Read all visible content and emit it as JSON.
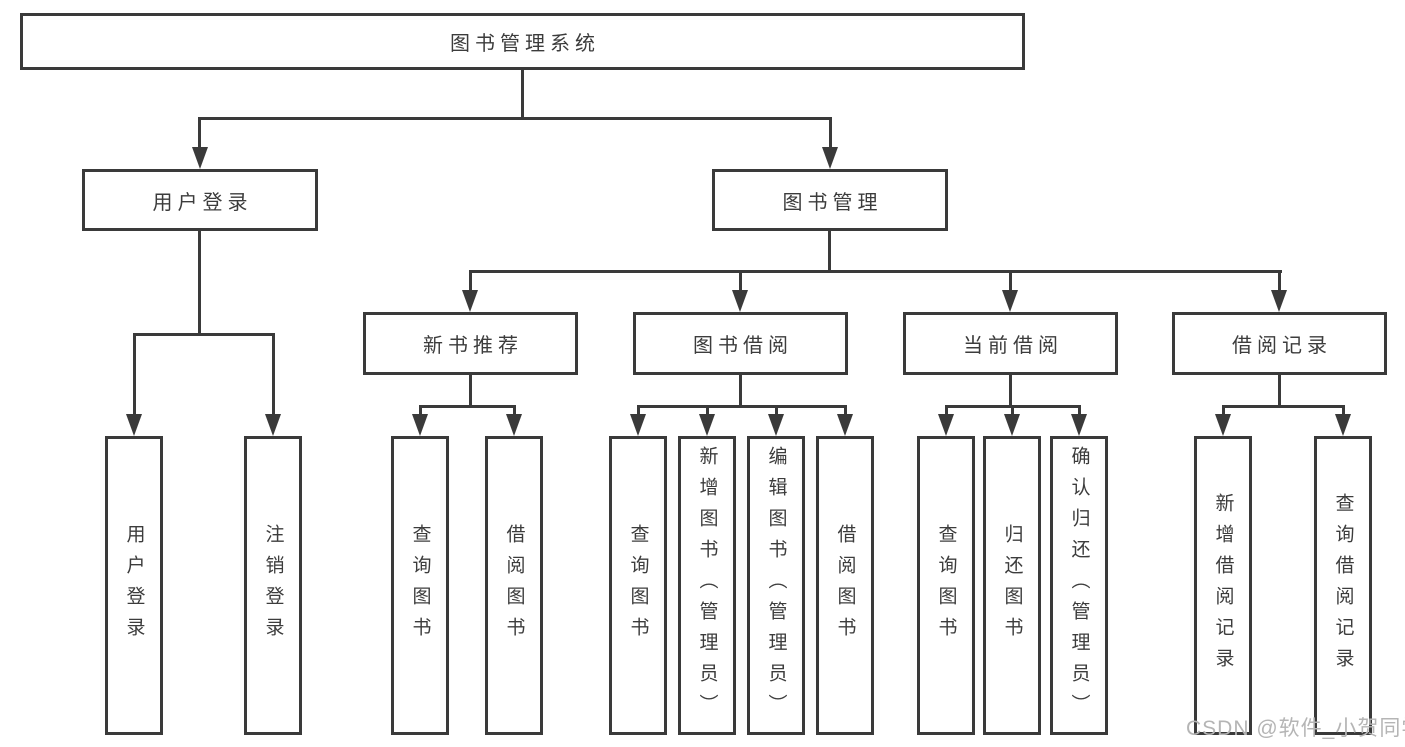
{
  "colors": {
    "line": "#3a3a3a",
    "text": "#3c3c3c",
    "watermark": "#b5b5b5",
    "bg": "#ffffff"
  },
  "diagram": {
    "root": "图书管理系统",
    "level2": {
      "user_login": "用户登录",
      "book_mgmt": "图书管理"
    },
    "level3": {
      "new_book_rec": "新书推荐",
      "book_borrow": "图书借阅",
      "current_borrow": "当前借阅",
      "borrow_records": "借阅记录"
    },
    "leaves": {
      "user_login": [
        "用户登录",
        "注销登录"
      ],
      "new_book_rec": [
        "查询图书",
        "借阅图书"
      ],
      "book_borrow": [
        "查询图书",
        "新增图书（管理员）",
        "编辑图书（管理员）",
        "借阅图书"
      ],
      "current_borrow": [
        "查询图书",
        "归还图书",
        "确认归还（管理员）"
      ],
      "borrow_records": [
        "新增借阅记录",
        "查询借阅记录"
      ]
    }
  },
  "watermark": "CSDN @软件_小贺同学"
}
